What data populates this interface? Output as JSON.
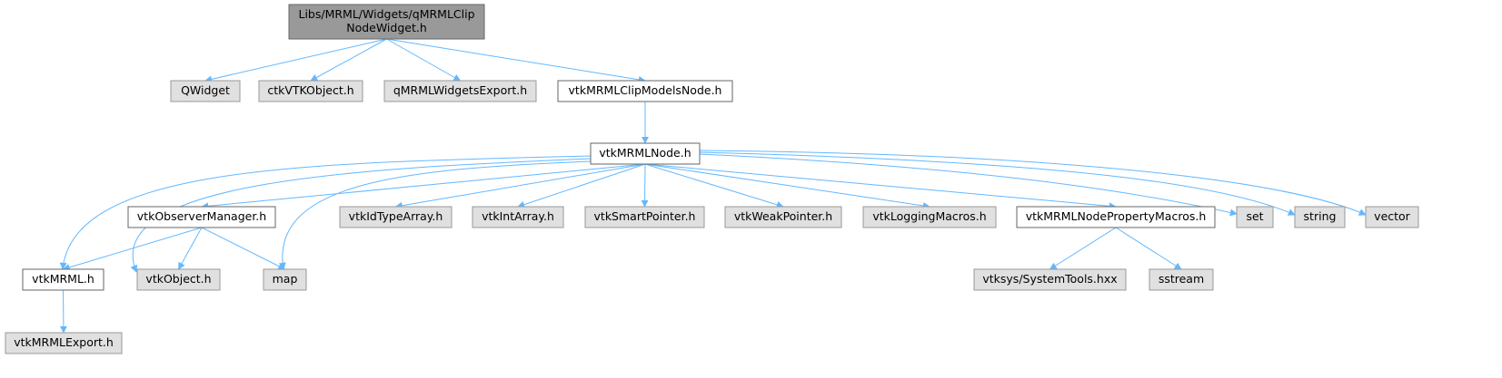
{
  "colors": {
    "root_fill": "#999999",
    "external_fill": "#e0e0e0",
    "external_stroke": "#999999",
    "internal_fill": "#ffffff",
    "internal_stroke": "#666666",
    "root_stroke": "#666666",
    "edge": "#63b8ff",
    "text": "#000000"
  },
  "nodes": {
    "root": {
      "lines": [
        "Libs/MRML/Widgets/qMRMLClip",
        "NodeWidget.h"
      ],
      "kind": "root"
    },
    "qwidget": {
      "lines": [
        "QWidget"
      ],
      "kind": "external"
    },
    "ctkvtkobject": {
      "lines": [
        "ctkVTKObject.h"
      ],
      "kind": "external"
    },
    "qmrmlwidgetsexport": {
      "lines": [
        "qMRMLWidgetsExport.h"
      ],
      "kind": "external"
    },
    "vtkmrmlclipmodelsnode": {
      "lines": [
        "vtkMRMLClipModelsNode.h"
      ],
      "kind": "internal"
    },
    "vtkmrmlnode": {
      "lines": [
        "vtkMRMLNode.h"
      ],
      "kind": "internal"
    },
    "vtkobservermanager": {
      "lines": [
        "vtkObserverManager.h"
      ],
      "kind": "internal"
    },
    "vtkidtypearray": {
      "lines": [
        "vtkIdTypeArray.h"
      ],
      "kind": "external"
    },
    "vtkintarray": {
      "lines": [
        "vtkIntArray.h"
      ],
      "kind": "external"
    },
    "vtksmartpointer": {
      "lines": [
        "vtkSmartPointer.h"
      ],
      "kind": "external"
    },
    "vtkweakpointer": {
      "lines": [
        "vtkWeakPointer.h"
      ],
      "kind": "external"
    },
    "vtkloggingmacros": {
      "lines": [
        "vtkLoggingMacros.h"
      ],
      "kind": "external"
    },
    "vtkmrmlnodepropertymacros": {
      "lines": [
        "vtkMRMLNodePropertyMacros.h"
      ],
      "kind": "internal"
    },
    "set": {
      "lines": [
        "set"
      ],
      "kind": "external"
    },
    "string": {
      "lines": [
        "string"
      ],
      "kind": "external"
    },
    "vector": {
      "lines": [
        "vector"
      ],
      "kind": "external"
    },
    "vtkmrml": {
      "lines": [
        "vtkMRML.h"
      ],
      "kind": "internal"
    },
    "vtkobject": {
      "lines": [
        "vtkObject.h"
      ],
      "kind": "external"
    },
    "map": {
      "lines": [
        "map"
      ],
      "kind": "external"
    },
    "vtksystools": {
      "lines": [
        "vtksys/SystemTools.hxx"
      ],
      "kind": "external"
    },
    "sstream": {
      "lines": [
        "sstream"
      ],
      "kind": "external"
    },
    "vtkmrmlexport": {
      "lines": [
        "vtkMRMLExport.h"
      ],
      "kind": "external"
    }
  },
  "edges": [
    [
      "root",
      "qwidget"
    ],
    [
      "root",
      "ctkvtkobject"
    ],
    [
      "root",
      "qmrmlwidgetsexport"
    ],
    [
      "root",
      "vtkmrmlclipmodelsnode"
    ],
    [
      "vtkmrmlclipmodelsnode",
      "vtkmrmlnode"
    ],
    [
      "vtkmrmlnode",
      "vtkobservermanager"
    ],
    [
      "vtkmrmlnode",
      "vtkidtypearray"
    ],
    [
      "vtkmrmlnode",
      "vtkintarray"
    ],
    [
      "vtkmrmlnode",
      "vtksmartpointer"
    ],
    [
      "vtkmrmlnode",
      "vtkweakpointer"
    ],
    [
      "vtkmrmlnode",
      "vtkloggingmacros"
    ],
    [
      "vtkmrmlnode",
      "vtkmrmlnodepropertymacros"
    ],
    [
      "vtkmrmlnode",
      "set"
    ],
    [
      "vtkmrmlnode",
      "string"
    ],
    [
      "vtkmrmlnode",
      "vector"
    ],
    [
      "vtkmrmlnode",
      "vtkmrml"
    ],
    [
      "vtkmrmlnode",
      "vtkobject"
    ],
    [
      "vtkmrmlnode",
      "map"
    ],
    [
      "vtkobservermanager",
      "vtkmrml"
    ],
    [
      "vtkobservermanager",
      "vtkobject"
    ],
    [
      "vtkobservermanager",
      "map"
    ],
    [
      "vtkmrmlnodepropertymacros",
      "vtksystools"
    ],
    [
      "vtkmrmlnodepropertymacros",
      "sstream"
    ],
    [
      "vtkmrml",
      "vtkmrmlexport"
    ]
  ]
}
